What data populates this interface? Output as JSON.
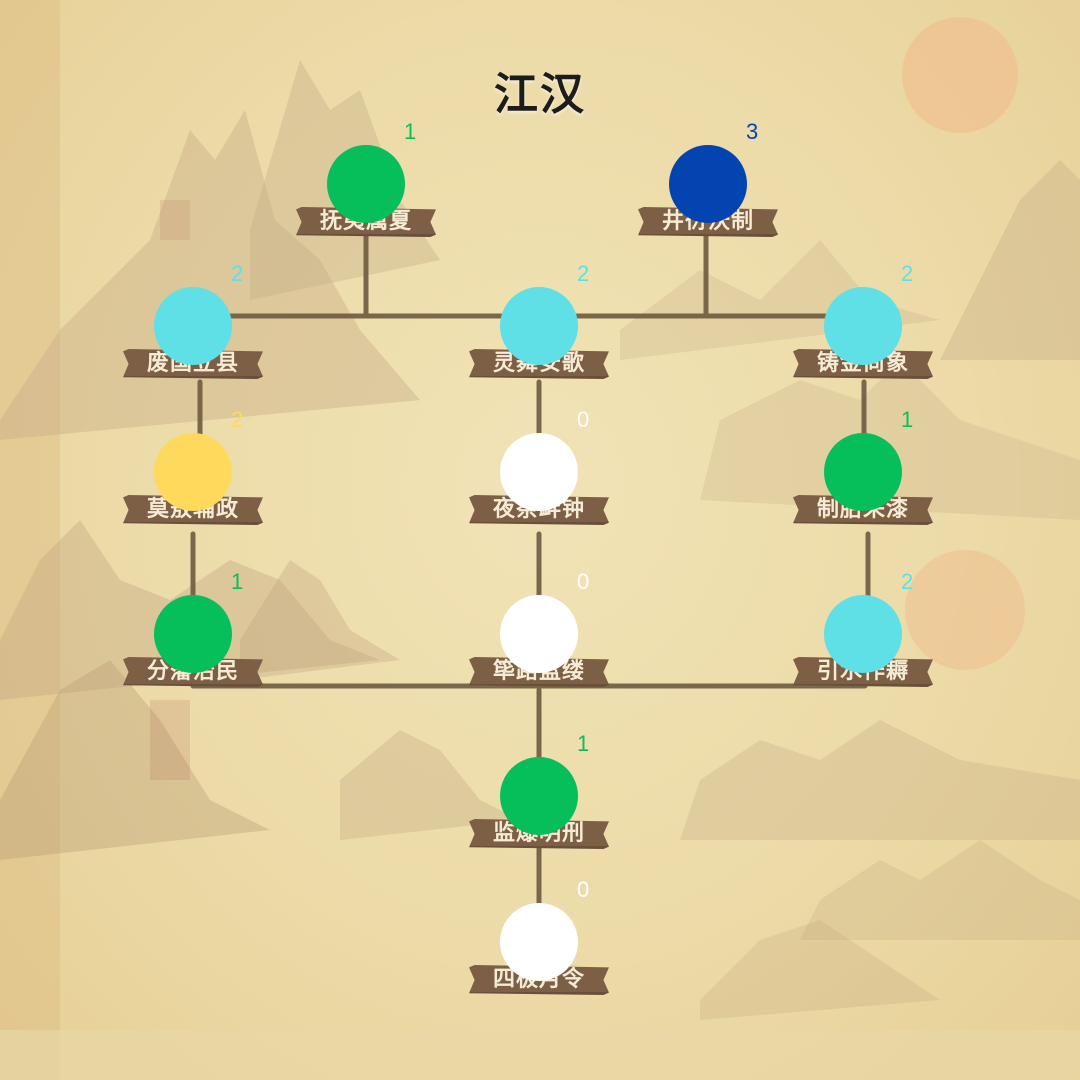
{
  "title": "江汉",
  "colors": {
    "green": "#06bf5a",
    "cyan": "#5ee0e6",
    "yellow": "#ffd95c",
    "white": "#ffffff",
    "blue": "#0444b0",
    "plate": "#7d5f45",
    "line": "#6e5a40"
  },
  "nodes": [
    {
      "id": "n1",
      "label": "抚夷属夏",
      "count": "1",
      "color": "green",
      "count_color": "#06bf5a"
    },
    {
      "id": "n2",
      "label": "井衍沃制",
      "count": "3",
      "color": "blue",
      "count_color": "#0444b0"
    },
    {
      "id": "n3",
      "label": "废国立县",
      "count": "2",
      "color": "cyan",
      "count_color": "#5ee0e6"
    },
    {
      "id": "n4",
      "label": "灵舞安歌",
      "count": "2",
      "color": "cyan",
      "count_color": "#5ee0e6"
    },
    {
      "id": "n5",
      "label": "铸金尚象",
      "count": "2",
      "color": "cyan",
      "count_color": "#5ee0e6"
    },
    {
      "id": "n6",
      "label": "莫敖辅政",
      "count": "2",
      "color": "yellow",
      "count_color": "#ffd95c"
    },
    {
      "id": "n7",
      "label": "夜祭衅钟",
      "count": "0",
      "color": "white",
      "count_color": "#ffffff"
    },
    {
      "id": "n8",
      "label": "制胎采漆",
      "count": "1",
      "color": "green",
      "count_color": "#06bf5a"
    },
    {
      "id": "n9",
      "label": "分藩治民",
      "count": "1",
      "color": "green",
      "count_color": "#06bf5a"
    },
    {
      "id": "n10",
      "label": "筚路蓝缕",
      "count": "0",
      "color": "white",
      "count_color": "#ffffff"
    },
    {
      "id": "n11",
      "label": "引水作耨",
      "count": "2",
      "color": "cyan",
      "count_color": "#5ee0e6"
    },
    {
      "id": "n12",
      "label": "监爆明刑",
      "count": "1",
      "color": "green",
      "count_color": "#06bf5a"
    },
    {
      "id": "n13",
      "label": "四极月令",
      "count": "0",
      "color": "white",
      "count_color": "#ffffff"
    }
  ]
}
